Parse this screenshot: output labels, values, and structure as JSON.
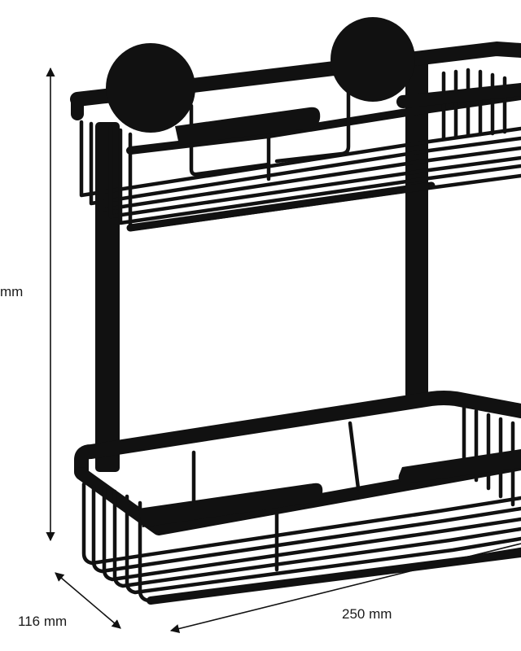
{
  "dimensions": {
    "height_label": "mm",
    "depth_label": "116 mm",
    "width_label": "250 mm"
  },
  "colors": {
    "ink": "#111111",
    "background": "#ffffff"
  }
}
